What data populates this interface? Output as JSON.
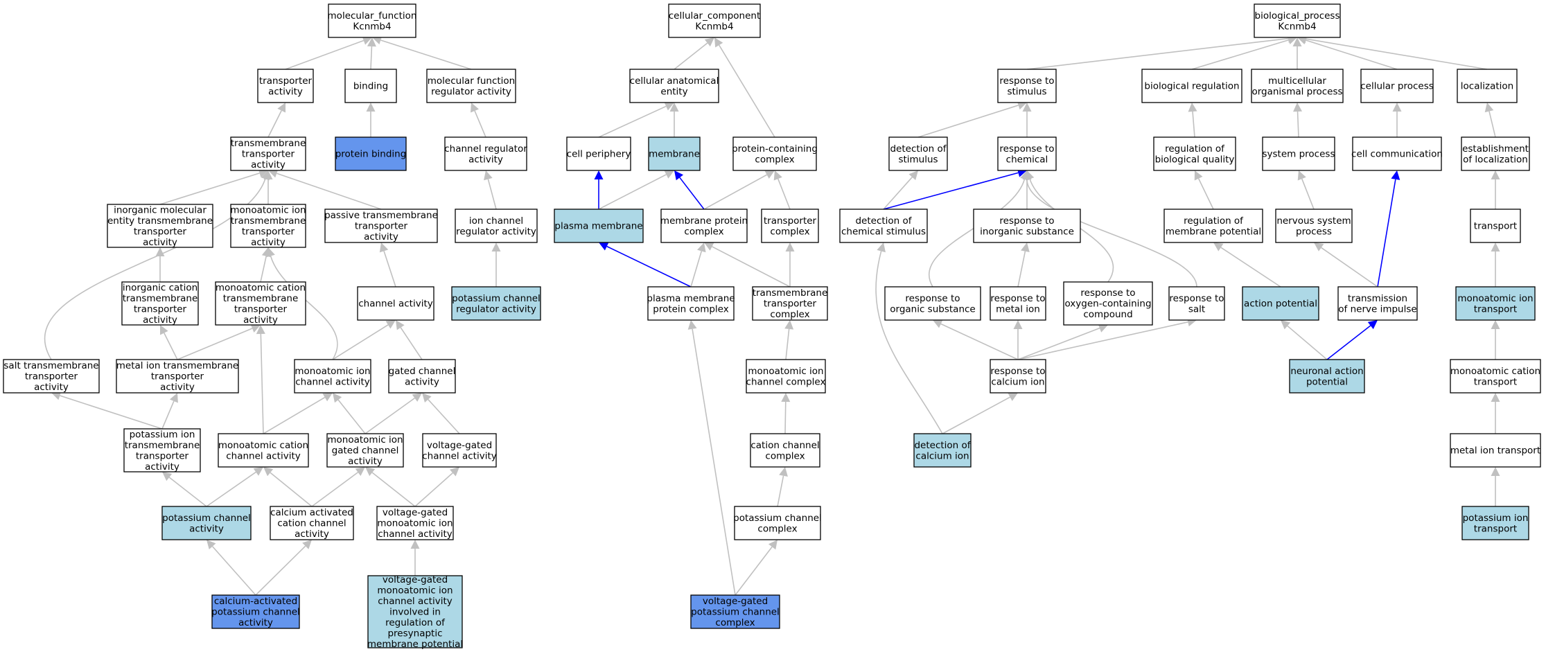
{
  "colors": {
    "plain": "#ffffff",
    "light": "#add8e6",
    "dark": "#6495ed",
    "edge_gray": "#c0c0c0",
    "edge_blue": "#0000ff"
  },
  "nodes": [
    {
      "id": "mf",
      "lines": [
        "molecular_function",
        "Kcnmb4"
      ],
      "fill": "plain"
    },
    {
      "id": "cc",
      "lines": [
        "cellular_component",
        "Kcnmb4"
      ],
      "fill": "plain"
    },
    {
      "id": "bp",
      "lines": [
        "biological_process",
        "Kcnmb4"
      ],
      "fill": "plain"
    },
    {
      "id": "transporter_activity",
      "lines": [
        "transporter",
        "activity"
      ],
      "fill": "plain"
    },
    {
      "id": "binding",
      "lines": [
        "binding"
      ],
      "fill": "plain"
    },
    {
      "id": "mf_regulator",
      "lines": [
        "molecular function",
        "regulator activity"
      ],
      "fill": "plain"
    },
    {
      "id": "protein_binding",
      "lines": [
        "protein binding"
      ],
      "fill": "dark"
    },
    {
      "id": "tm_transporter",
      "lines": [
        "transmembrane",
        "transporter",
        "activity"
      ],
      "fill": "plain"
    },
    {
      "id": "channel_regulator",
      "lines": [
        "channel regulator",
        "activity"
      ],
      "fill": "plain"
    },
    {
      "id": "inorg_mol_tm",
      "lines": [
        "inorganic molecular",
        "entity transmembrane",
        "transporter",
        "activity"
      ],
      "fill": "plain"
    },
    {
      "id": "monoion_tm",
      "lines": [
        "monoatomic ion",
        "transmembrane",
        "transporter",
        "activity"
      ],
      "fill": "plain"
    },
    {
      "id": "passive_tm",
      "lines": [
        "passive transmembrane",
        "transporter",
        "activity"
      ],
      "fill": "plain"
    },
    {
      "id": "ion_channel_reg",
      "lines": [
        "ion channel",
        "regulator activity"
      ],
      "fill": "plain"
    },
    {
      "id": "inorg_cation_tm",
      "lines": [
        "inorganic cation",
        "transmembrane",
        "transporter",
        "activity"
      ],
      "fill": "plain"
    },
    {
      "id": "monocation_tm",
      "lines": [
        "monoatomic cation",
        "transmembrane",
        "transporter",
        "activity"
      ],
      "fill": "plain"
    },
    {
      "id": "channel_activity",
      "lines": [
        "channel activity"
      ],
      "fill": "plain"
    },
    {
      "id": "k_channel_reg",
      "lines": [
        "potassium channel",
        "regulator activity"
      ],
      "fill": "light"
    },
    {
      "id": "salt_tm",
      "lines": [
        "salt transmembrane",
        "transporter",
        "activity"
      ],
      "fill": "plain"
    },
    {
      "id": "metal_ion_tm",
      "lines": [
        "metal ion transmembrane",
        "transporter",
        "activity"
      ],
      "fill": "plain"
    },
    {
      "id": "monoion_channel",
      "lines": [
        "monoatomic ion",
        "channel activity"
      ],
      "fill": "plain"
    },
    {
      "id": "gated_channel",
      "lines": [
        "gated channel",
        "activity"
      ],
      "fill": "plain"
    },
    {
      "id": "k_ion_tm",
      "lines": [
        "potassium ion",
        "transmembrane",
        "transporter",
        "activity"
      ],
      "fill": "plain"
    },
    {
      "id": "monocation_channel",
      "lines": [
        "monoatomic cation",
        "channel activity"
      ],
      "fill": "plain"
    },
    {
      "id": "monoion_gated",
      "lines": [
        "monoatomic ion",
        "gated channel",
        "activity"
      ],
      "fill": "plain"
    },
    {
      "id": "vg_channel",
      "lines": [
        "voltage-gated",
        "channel activity"
      ],
      "fill": "plain"
    },
    {
      "id": "k_channel_activity",
      "lines": [
        "potassium channel",
        "activity"
      ],
      "fill": "light"
    },
    {
      "id": "ca_act_cation",
      "lines": [
        "calcium activated",
        "cation channel",
        "activity"
      ],
      "fill": "plain"
    },
    {
      "id": "vg_monoion",
      "lines": [
        "voltage-gated",
        "monoatomic ion",
        "channel activity"
      ],
      "fill": "plain"
    },
    {
      "id": "ca_act_k",
      "lines": [
        "calcium-activated",
        "potassium channel",
        "activity"
      ],
      "fill": "dark"
    },
    {
      "id": "vg_presyn",
      "lines": [
        "voltage-gated",
        "monoatomic ion",
        "channel activity",
        "involved in",
        "regulation of",
        "presynaptic",
        "membrane potential"
      ],
      "fill": "light"
    },
    {
      "id": "cell_anat",
      "lines": [
        "cellular anatomical",
        "entity"
      ],
      "fill": "plain"
    },
    {
      "id": "cell_periphery",
      "lines": [
        "cell periphery"
      ],
      "fill": "plain"
    },
    {
      "id": "membrane",
      "lines": [
        "membrane"
      ],
      "fill": "light"
    },
    {
      "id": "prot_complex",
      "lines": [
        "protein-containing",
        "complex"
      ],
      "fill": "plain"
    },
    {
      "id": "plasma_membrane",
      "lines": [
        "plasma membrane"
      ],
      "fill": "light"
    },
    {
      "id": "mem_prot_complex",
      "lines": [
        "membrane protein",
        "complex"
      ],
      "fill": "plain"
    },
    {
      "id": "transporter_complex",
      "lines": [
        "transporter",
        "complex"
      ],
      "fill": "plain"
    },
    {
      "id": "pm_prot_complex",
      "lines": [
        "plasma membrane",
        "protein complex"
      ],
      "fill": "plain"
    },
    {
      "id": "tm_transporter_complex",
      "lines": [
        "transmembrane",
        "transporter",
        "complex"
      ],
      "fill": "plain"
    },
    {
      "id": "monoion_channel_complex",
      "lines": [
        "monoatomic ion",
        "channel complex"
      ],
      "fill": "plain"
    },
    {
      "id": "cation_channel_complex",
      "lines": [
        "cation channel",
        "complex"
      ],
      "fill": "plain"
    },
    {
      "id": "k_channel_complex",
      "lines": [
        "potassium channel",
        "complex"
      ],
      "fill": "plain"
    },
    {
      "id": "vg_k_complex",
      "lines": [
        "voltage-gated",
        "potassium channel",
        "complex"
      ],
      "fill": "dark"
    },
    {
      "id": "resp_stimulus",
      "lines": [
        "response to",
        "stimulus"
      ],
      "fill": "plain"
    },
    {
      "id": "bio_regulation",
      "lines": [
        "biological regulation"
      ],
      "fill": "plain"
    },
    {
      "id": "multicellular",
      "lines": [
        "multicellular",
        "organismal process"
      ],
      "fill": "plain"
    },
    {
      "id": "cellular_process",
      "lines": [
        "cellular process"
      ],
      "fill": "plain"
    },
    {
      "id": "localization",
      "lines": [
        "localization"
      ],
      "fill": "plain"
    },
    {
      "id": "detection_stimulus",
      "lines": [
        "detection of",
        "stimulus"
      ],
      "fill": "plain"
    },
    {
      "id": "resp_chemical",
      "lines": [
        "response to",
        "chemical"
      ],
      "fill": "plain"
    },
    {
      "id": "reg_bio_quality",
      "lines": [
        "regulation of",
        "biological quality"
      ],
      "fill": "plain"
    },
    {
      "id": "system_process",
      "lines": [
        "system process"
      ],
      "fill": "plain"
    },
    {
      "id": "cell_communication",
      "lines": [
        "cell communication"
      ],
      "fill": "plain"
    },
    {
      "id": "establish_loc",
      "lines": [
        "establishment",
        "of localization"
      ],
      "fill": "plain"
    },
    {
      "id": "detection_chem",
      "lines": [
        "detection of",
        "chemical stimulus"
      ],
      "fill": "plain"
    },
    {
      "id": "resp_inorganic",
      "lines": [
        "response to",
        "inorganic substance"
      ],
      "fill": "plain"
    },
    {
      "id": "reg_membrane_pot",
      "lines": [
        "regulation of",
        "membrane potential"
      ],
      "fill": "plain"
    },
    {
      "id": "nervous_system",
      "lines": [
        "nervous system",
        "process"
      ],
      "fill": "plain"
    },
    {
      "id": "transport",
      "lines": [
        "transport"
      ],
      "fill": "plain"
    },
    {
      "id": "resp_organic",
      "lines": [
        "response to",
        "organic substance"
      ],
      "fill": "plain"
    },
    {
      "id": "resp_metal",
      "lines": [
        "response to",
        "metal ion"
      ],
      "fill": "plain"
    },
    {
      "id": "resp_oxygen",
      "lines": [
        "response to",
        "oxygen-containing",
        "compound"
      ],
      "fill": "plain"
    },
    {
      "id": "resp_salt",
      "lines": [
        "response to",
        "salt"
      ],
      "fill": "plain"
    },
    {
      "id": "action_potential",
      "lines": [
        "action potential"
      ],
      "fill": "light"
    },
    {
      "id": "nerve_impulse",
      "lines": [
        "transmission",
        "of nerve impulse"
      ],
      "fill": "plain"
    },
    {
      "id": "monoion_transport",
      "lines": [
        "monoatomic ion",
        "transport"
      ],
      "fill": "light"
    },
    {
      "id": "resp_calcium",
      "lines": [
        "response to",
        "calcium ion"
      ],
      "fill": "plain"
    },
    {
      "id": "neuronal_ap",
      "lines": [
        "neuronal action",
        "potential"
      ],
      "fill": "light"
    },
    {
      "id": "monocation_transport",
      "lines": [
        "monoatomic cation",
        "transport"
      ],
      "fill": "plain"
    },
    {
      "id": "detection_calcium",
      "lines": [
        "detection of",
        "calcium ion"
      ],
      "fill": "light"
    },
    {
      "id": "metal_transport",
      "lines": [
        "metal ion transport"
      ],
      "fill": "plain"
    },
    {
      "id": "k_transport",
      "lines": [
        "potassium ion",
        "transport"
      ],
      "fill": "light"
    }
  ],
  "edges": [
    {
      "from": "transporter_activity",
      "to": "mf",
      "color": "gray"
    },
    {
      "from": "binding",
      "to": "mf",
      "color": "gray"
    },
    {
      "from": "mf_regulator",
      "to": "mf",
      "color": "gray"
    },
    {
      "from": "protein_binding",
      "to": "binding",
      "color": "gray"
    },
    {
      "from": "tm_transporter",
      "to": "transporter_activity",
      "color": "gray"
    },
    {
      "from": "channel_regulator",
      "to": "mf_regulator",
      "color": "gray"
    },
    {
      "from": "inorg_mol_tm",
      "to": "tm_transporter",
      "color": "gray"
    },
    {
      "from": "monoion_tm",
      "to": "tm_transporter",
      "color": "gray"
    },
    {
      "from": "passive_tm",
      "to": "tm_transporter",
      "color": "gray"
    },
    {
      "from": "salt_tm",
      "to": "tm_transporter",
      "color": "gray"
    },
    {
      "from": "ion_channel_reg",
      "to": "channel_regulator",
      "color": "gray"
    },
    {
      "from": "inorg_cation_tm",
      "to": "inorg_mol_tm",
      "color": "gray"
    },
    {
      "from": "monocation_tm",
      "to": "monoion_tm",
      "color": "gray"
    },
    {
      "from": "monoion_channel",
      "to": "monoion_tm",
      "color": "gray"
    },
    {
      "from": "channel_activity",
      "to": "passive_tm",
      "color": "gray"
    },
    {
      "from": "k_channel_reg",
      "to": "ion_channel_reg",
      "color": "gray"
    },
    {
      "from": "metal_ion_tm",
      "to": "inorg_cation_tm",
      "color": "gray"
    },
    {
      "from": "metal_ion_tm",
      "to": "monocation_tm",
      "color": "gray"
    },
    {
      "from": "monocation_channel",
      "to": "monocation_tm",
      "color": "gray"
    },
    {
      "from": "monoion_channel",
      "to": "channel_activity",
      "color": "gray"
    },
    {
      "from": "gated_channel",
      "to": "channel_activity",
      "color": "gray"
    },
    {
      "from": "k_ion_tm",
      "to": "salt_tm",
      "color": "gray"
    },
    {
      "from": "k_ion_tm",
      "to": "metal_ion_tm",
      "color": "gray"
    },
    {
      "from": "monocation_channel",
      "to": "monoion_channel",
      "color": "gray"
    },
    {
      "from": "monoion_gated",
      "to": "monoion_channel",
      "color": "gray"
    },
    {
      "from": "monoion_gated",
      "to": "gated_channel",
      "color": "gray"
    },
    {
      "from": "vg_channel",
      "to": "gated_channel",
      "color": "gray"
    },
    {
      "from": "k_channel_activity",
      "to": "k_ion_tm",
      "color": "gray"
    },
    {
      "from": "k_channel_activity",
      "to": "monocation_channel",
      "color": "gray"
    },
    {
      "from": "ca_act_cation",
      "to": "monocation_channel",
      "color": "gray"
    },
    {
      "from": "ca_act_cation",
      "to": "monoion_gated",
      "color": "gray"
    },
    {
      "from": "vg_monoion",
      "to": "monoion_gated",
      "color": "gray"
    },
    {
      "from": "vg_monoion",
      "to": "vg_channel",
      "color": "gray"
    },
    {
      "from": "ca_act_k",
      "to": "k_channel_activity",
      "color": "gray"
    },
    {
      "from": "ca_act_k",
      "to": "ca_act_cation",
      "color": "gray"
    },
    {
      "from": "vg_presyn",
      "to": "vg_monoion",
      "color": "gray"
    },
    {
      "from": "cell_anat",
      "to": "cc",
      "color": "gray"
    },
    {
      "from": "prot_complex",
      "to": "cc",
      "color": "gray"
    },
    {
      "from": "cell_periphery",
      "to": "cell_anat",
      "color": "gray"
    },
    {
      "from": "membrane",
      "to": "cell_anat",
      "color": "gray"
    },
    {
      "from": "plasma_membrane",
      "to": "cell_periphery",
      "color": "blue"
    },
    {
      "from": "plasma_membrane",
      "to": "membrane",
      "color": "gray"
    },
    {
      "from": "mem_prot_complex",
      "to": "membrane",
      "color": "blue"
    },
    {
      "from": "mem_prot_complex",
      "to": "prot_complex",
      "color": "gray"
    },
    {
      "from": "transporter_complex",
      "to": "prot_complex",
      "color": "gray"
    },
    {
      "from": "pm_prot_complex",
      "to": "plasma_membrane",
      "color": "blue"
    },
    {
      "from": "pm_prot_complex",
      "to": "mem_prot_complex",
      "color": "gray"
    },
    {
      "from": "tm_transporter_complex",
      "to": "mem_prot_complex",
      "color": "gray"
    },
    {
      "from": "tm_transporter_complex",
      "to": "transporter_complex",
      "color": "gray"
    },
    {
      "from": "monoion_channel_complex",
      "to": "tm_transporter_complex",
      "color": "gray"
    },
    {
      "from": "cation_channel_complex",
      "to": "monoion_channel_complex",
      "color": "gray"
    },
    {
      "from": "k_channel_complex",
      "to": "cation_channel_complex",
      "color": "gray"
    },
    {
      "from": "vg_k_complex",
      "to": "k_channel_complex",
      "color": "gray"
    },
    {
      "from": "vg_k_complex",
      "to": "pm_prot_complex",
      "color": "gray"
    },
    {
      "from": "resp_stimulus",
      "to": "bp",
      "color": "gray"
    },
    {
      "from": "bio_regulation",
      "to": "bp",
      "color": "gray"
    },
    {
      "from": "multicellular",
      "to": "bp",
      "color": "gray"
    },
    {
      "from": "cellular_process",
      "to": "bp",
      "color": "gray"
    },
    {
      "from": "localization",
      "to": "bp",
      "color": "gray"
    },
    {
      "from": "detection_stimulus",
      "to": "resp_stimulus",
      "color": "gray"
    },
    {
      "from": "resp_chemical",
      "to": "resp_stimulus",
      "color": "gray"
    },
    {
      "from": "reg_bio_quality",
      "to": "bio_regulation",
      "color": "gray"
    },
    {
      "from": "system_process",
      "to": "multicellular",
      "color": "gray"
    },
    {
      "from": "cell_communication",
      "to": "cellular_process",
      "color": "gray"
    },
    {
      "from": "establish_loc",
      "to": "localization",
      "color": "gray"
    },
    {
      "from": "detection_chem",
      "to": "detection_stimulus",
      "color": "gray"
    },
    {
      "from": "detection_chem",
      "to": "resp_chemical",
      "color": "blue"
    },
    {
      "from": "resp_inorganic",
      "to": "resp_chemical",
      "color": "gray"
    },
    {
      "from": "resp_organic",
      "to": "resp_chemical",
      "color": "gray"
    },
    {
      "from": "resp_oxygen",
      "to": "resp_chemical",
      "color": "gray"
    },
    {
      "from": "resp_salt",
      "to": "resp_chemical",
      "color": "gray"
    },
    {
      "from": "reg_membrane_pot",
      "to": "reg_bio_quality",
      "color": "gray"
    },
    {
      "from": "nervous_system",
      "to": "system_process",
      "color": "gray"
    },
    {
      "from": "nerve_impulse",
      "to": "cell_communication",
      "color": "blue"
    },
    {
      "from": "transport",
      "to": "establish_loc",
      "color": "gray"
    },
    {
      "from": "resp_metal",
      "to": "resp_inorganic",
      "color": "gray"
    },
    {
      "from": "action_potential",
      "to": "reg_membrane_pot",
      "color": "gray"
    },
    {
      "from": "nerve_impulse",
      "to": "nervous_system",
      "color": "gray"
    },
    {
      "from": "monoion_transport",
      "to": "transport",
      "color": "gray"
    },
    {
      "from": "resp_calcium",
      "to": "resp_organic",
      "color": "gray"
    },
    {
      "from": "resp_calcium",
      "to": "resp_metal",
      "color": "gray"
    },
    {
      "from": "resp_calcium",
      "to": "resp_oxygen",
      "color": "gray"
    },
    {
      "from": "resp_calcium",
      "to": "resp_salt",
      "color": "gray"
    },
    {
      "from": "neuronal_ap",
      "to": "action_potential",
      "color": "gray"
    },
    {
      "from": "neuronal_ap",
      "to": "nerve_impulse",
      "color": "blue"
    },
    {
      "from": "monocation_transport",
      "to": "monoion_transport",
      "color": "gray"
    },
    {
      "from": "detection_calcium",
      "to": "detection_chem",
      "color": "gray"
    },
    {
      "from": "detection_calcium",
      "to": "resp_calcium",
      "color": "gray"
    },
    {
      "from": "metal_transport",
      "to": "monocation_transport",
      "color": "gray"
    },
    {
      "from": "k_transport",
      "to": "metal_transport",
      "color": "gray"
    }
  ]
}
